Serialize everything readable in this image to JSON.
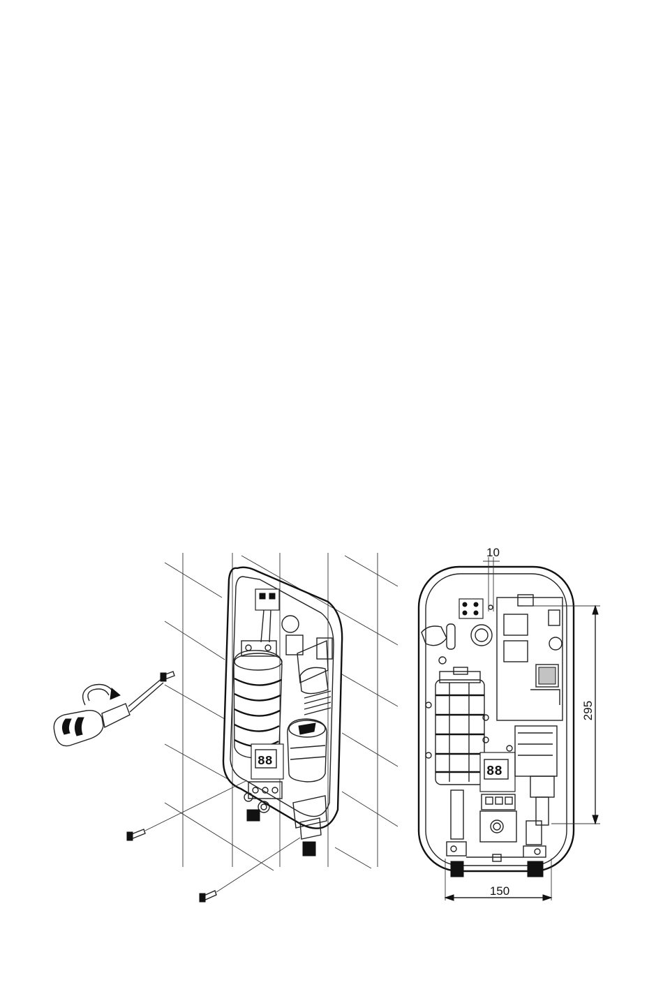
{
  "dimensions": {
    "top_offset": "10",
    "height": "295",
    "width": "150"
  },
  "icons": {
    "screwdriver": "screwdriver-icon",
    "rotation_arrow": "rotation-arrow-icon",
    "screw": "screw-icon"
  }
}
